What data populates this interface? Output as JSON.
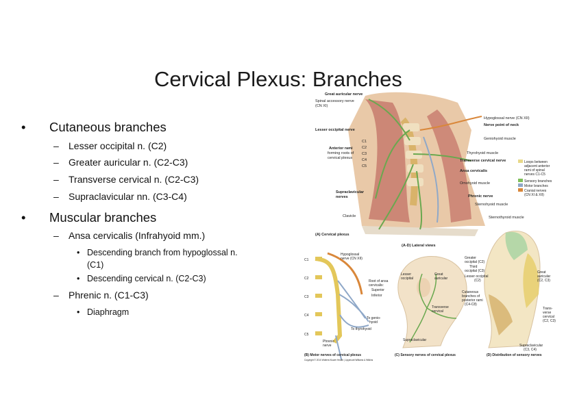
{
  "slide": {
    "title": "Cervical Plexus: Branches",
    "bullet_char": "•",
    "dash_char": "–"
  },
  "outline": {
    "cutaneous": {
      "label": "Cutaneous branches",
      "items": [
        "Lesser occipital n. (C2)",
        "Greater auricular n. (C2-C3)",
        "Transverse cervical n. (C2-C3)",
        "Supraclavicular nn. (C3-C4)"
      ]
    },
    "muscular": {
      "label": "Muscular branches",
      "ansa": "Ansa cervicalis (Infrahyoid mm.)",
      "ansa_sub": [
        "Descending branch from hypoglossal n.",
        "(C1)",
        "Descending cervical n. (C2-C3)"
      ],
      "phrenic": "Phrenic n. (C1-C3)",
      "phrenic_sub": [
        "Diaphragm"
      ]
    }
  },
  "figure": {
    "panel_a": {
      "labels_left": [
        "Great auricular nerve",
        "Spinal accessory nerve",
        "(CN XI)",
        "Lesser occipital nerve",
        "Anterior rami",
        "forming roots of",
        "cervical plexus",
        "Supraclavicular",
        "nerves",
        "Clavicle"
      ],
      "levels": [
        "C1",
        "C2",
        "C3",
        "C4",
        "C5"
      ],
      "labels_right": [
        "Hypoglossal nerve (CN XII)",
        "Nerve point of neck",
        "Geniohyoid muscle",
        "Thyrohyoid muscle",
        "Transverse cervical nerve",
        "Ansa cervicalis",
        "Omohyoid muscle",
        "Phrenic nerve",
        "Sternohyoid muscle",
        "Sternothyroid muscle"
      ],
      "caption": "(A) Cervical plexus"
    },
    "legend": [
      {
        "text": [
          "Loops between",
          "adjacent anterior",
          "rami of spinal",
          "nerves C1-C5"
        ],
        "color": "#e8d98a"
      },
      {
        "text": [
          "Sensory branches"
        ],
        "color": "#7fbf5a"
      },
      {
        "text": [
          "Motor branches"
        ],
        "color": "#8fa8c8"
      },
      {
        "text": [
          "Cranial nerves",
          "(CN XI & XII)"
        ],
        "color": "#d9873a"
      }
    ],
    "lateral_views": "(A-D) Lateral views",
    "panel_b": {
      "levels": [
        "C1",
        "C2",
        "C3",
        "C4",
        "C5"
      ],
      "labels": [
        "Hypoglossal",
        "nerve (CN XII)",
        "Root of ansa",
        "cervicalis:",
        "Superior",
        "Inferior",
        "To genio-",
        "hyoid",
        "To thyrohyoid",
        "Phrenic",
        "nerve"
      ],
      "caption": "(B) Motor nerves of cervical plexus"
    },
    "panel_c": {
      "labels": [
        "Lesser",
        "occipital",
        "Great",
        "auricular",
        "Transverse",
        "cervical",
        "Supraclavicular"
      ],
      "caption": "(C) Sensory nerves of cervical plexus"
    },
    "panel_d": {
      "labels": [
        "Greater",
        "occipital (C2)",
        "Third",
        "occipital (C3)",
        "Lesser occipital",
        "(C2)",
        "Cutaneous",
        "branches of",
        "posterior rami",
        "(C4-C8)",
        "Great",
        "auricular",
        "(C2, C3)",
        "Trans-",
        "verse",
        "cervical",
        "(C2, C3)",
        "Supraclavicular",
        "(C3, C4)"
      ],
      "caption": "(D) Distribution of sensory nerves"
    },
    "copyright": "Copyright © 2010 Wolters Kluwer Health | Lippincott Williams & Wilkins"
  }
}
